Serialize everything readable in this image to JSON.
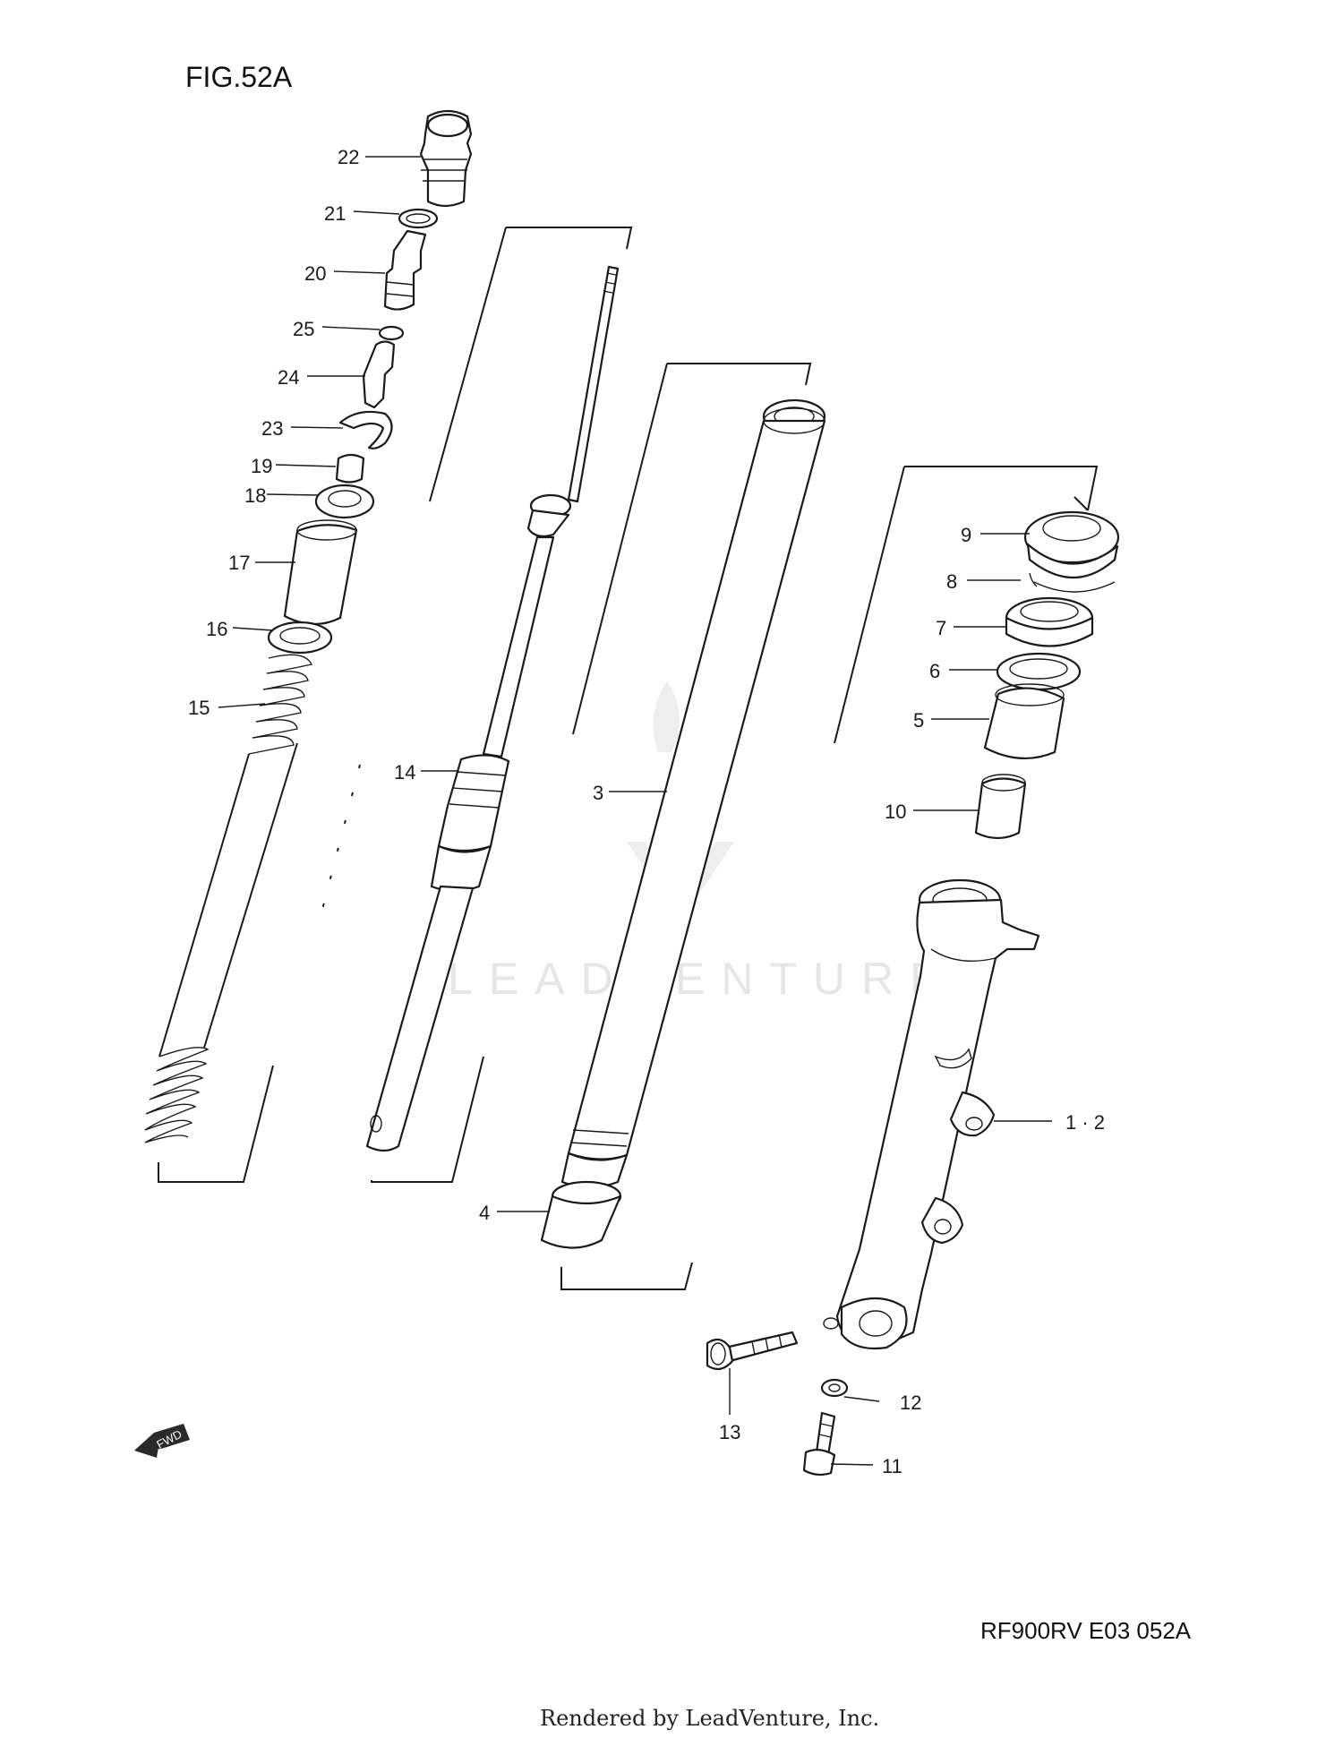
{
  "figure": {
    "title": "FIG.52A",
    "code": "RF900RV E03  052A",
    "footer": "Rendered by LeadVenture, Inc.",
    "watermark": "LEADVENTURE",
    "fwd": "FWD"
  },
  "callouts": [
    "22",
    "21",
    "20",
    "25",
    "24",
    "23",
    "19",
    "18",
    "17",
    "16",
    "15",
    "14",
    "3",
    "9",
    "8",
    "7",
    "6",
    "5",
    "10",
    "1 · 2",
    "4",
    "12",
    "13",
    "11"
  ]
}
